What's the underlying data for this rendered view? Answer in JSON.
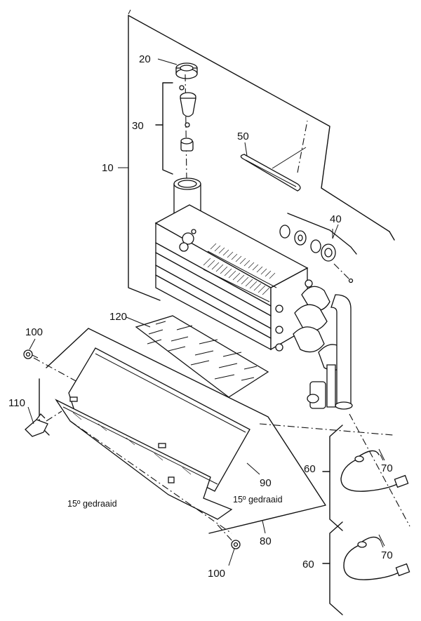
{
  "callouts": {
    "c10": "10",
    "c20": "20",
    "c30": "30",
    "c40": "40",
    "c50": "50",
    "c60a": "60",
    "c60b": "60",
    "c70a": "70",
    "c70b": "70",
    "c80": "80",
    "c90": "90",
    "c100a": "100",
    "c100b": "100",
    "c110": "110",
    "c120": "120"
  },
  "notes": {
    "rotated_left": "15º gedraaid",
    "rotated_right": "15º gedraaid"
  }
}
